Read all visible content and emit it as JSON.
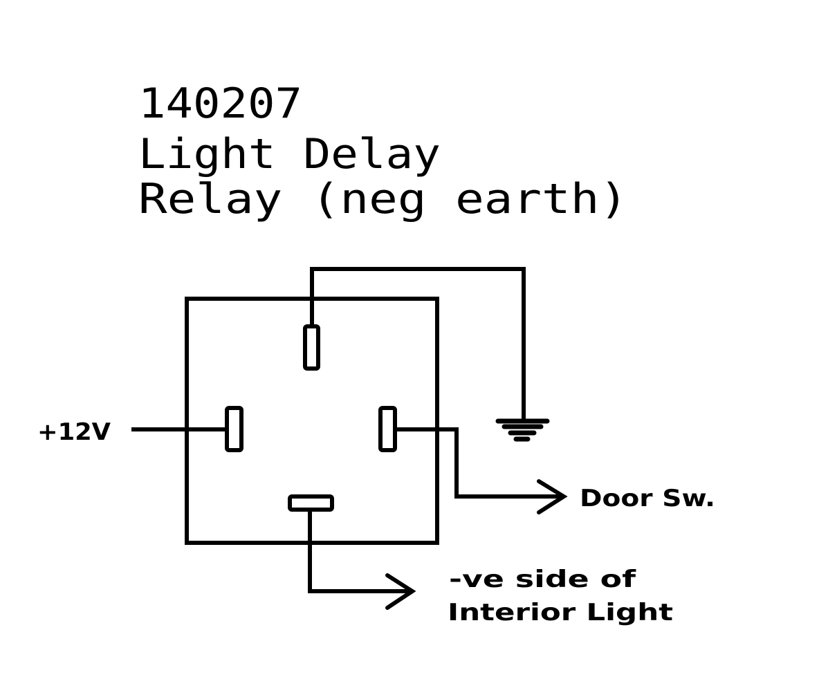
{
  "title": {
    "part_number": "140207",
    "line2": "Light Delay",
    "line3": "Relay (neg earth)"
  },
  "labels": {
    "supply": "+12V",
    "door_switch": "Door Sw.",
    "interior_light_line1": "-ve side of",
    "interior_light_line2": "Interior Light"
  },
  "components": {
    "relay_body": "relay-housing",
    "ground_symbol": "earth-ground",
    "pins": [
      "top",
      "left",
      "right",
      "bottom"
    ]
  },
  "colors": {
    "ink": "#000000",
    "paper": "#ffffff"
  }
}
